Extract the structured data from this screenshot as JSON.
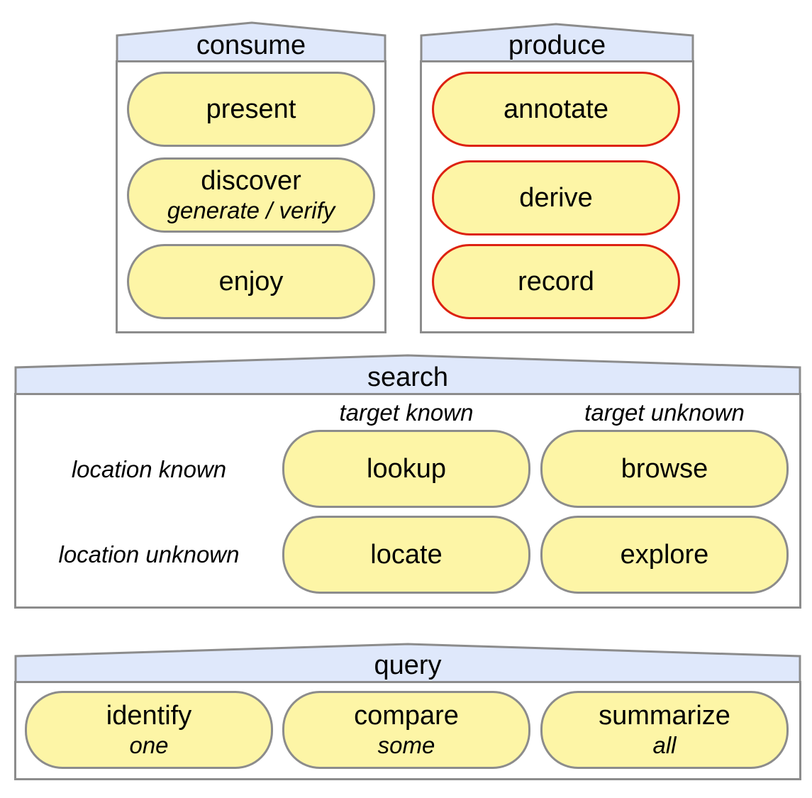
{
  "colors": {
    "header_fill": "#dfe8fb",
    "pill_fill": "#fdf5a6",
    "border": "#8c8c8c",
    "red_border": "#dd2211"
  },
  "consume": {
    "title": "consume",
    "items": [
      {
        "label": "present"
      },
      {
        "label": "discover",
        "sublabel": "generate / verify"
      },
      {
        "label": "enjoy"
      }
    ]
  },
  "produce": {
    "title": "produce",
    "items": [
      {
        "label": "annotate"
      },
      {
        "label": "derive"
      },
      {
        "label": "record"
      }
    ]
  },
  "search": {
    "title": "search",
    "col_headers": [
      "target known",
      "target unknown"
    ],
    "row_headers": [
      "location known",
      "location unknown"
    ],
    "cells": [
      "lookup",
      "browse",
      "locate",
      "explore"
    ]
  },
  "query": {
    "title": "query",
    "items": [
      {
        "label": "identify",
        "sublabel": "one"
      },
      {
        "label": "compare",
        "sublabel": "some"
      },
      {
        "label": "summarize",
        "sublabel": "all"
      }
    ]
  }
}
